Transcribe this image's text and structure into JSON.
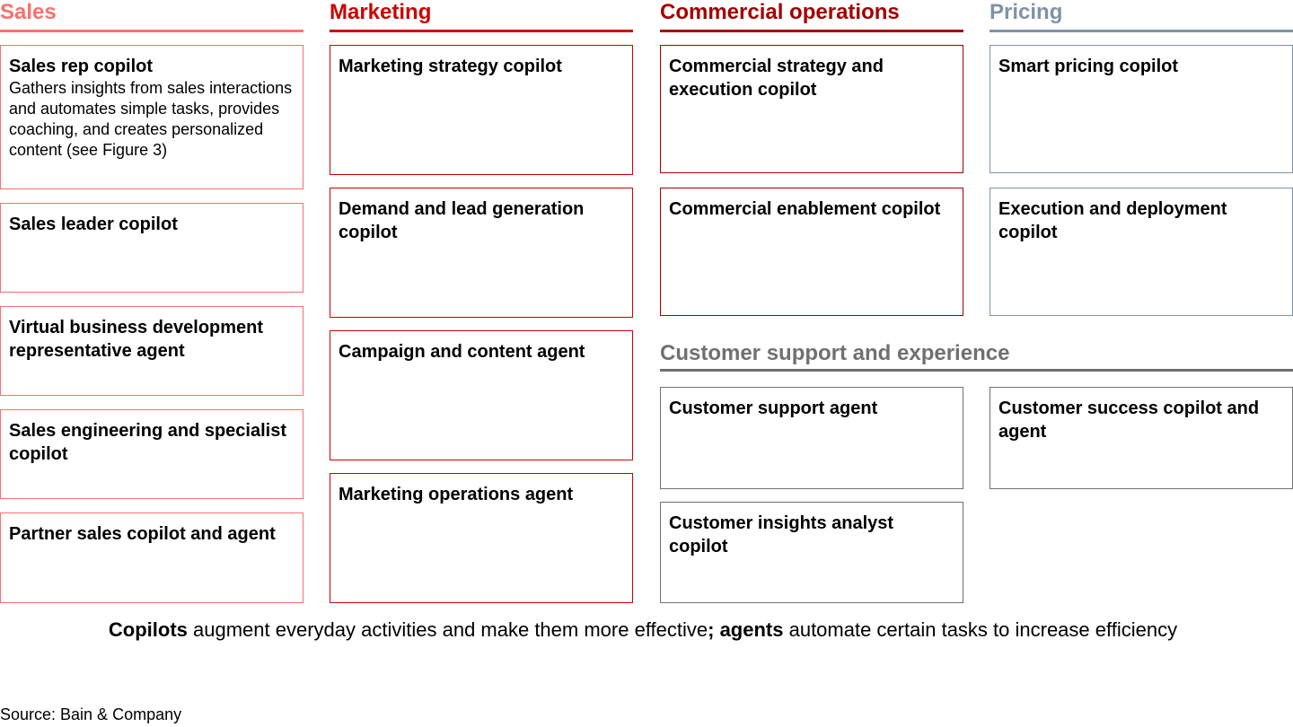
{
  "colors": {
    "sales": "#fa7070",
    "marketing": "#cc0000",
    "commercial": "#a30000",
    "pricing": "#8093a6",
    "support": "#707070"
  },
  "sales": {
    "title": "Sales",
    "items": [
      {
        "title": "Sales rep copilot",
        "desc": "Gathers insights from sales interactions and automates simple tasks, provides coaching, and creates personalized content (see Figure 3)"
      },
      {
        "title": "Sales leader copilot"
      },
      {
        "title": "Virtual business development representative agent"
      },
      {
        "title": "Sales engineering and specialist copilot"
      },
      {
        "title": "Partner sales copilot and agent"
      }
    ]
  },
  "marketing": {
    "title": "Marketing",
    "items": [
      {
        "title": "Marketing strategy copilot"
      },
      {
        "title": "Demand and lead generation copilot"
      },
      {
        "title": "Campaign and content agent"
      },
      {
        "title": "Marketing operations agent"
      }
    ]
  },
  "commercial": {
    "title": "Commercial operations",
    "items": [
      {
        "title": "Commercial strategy and execution copilot"
      },
      {
        "title": "Commercial enablement copilot"
      }
    ]
  },
  "pricing": {
    "title": "Pricing",
    "items": [
      {
        "title": "Smart pricing copilot"
      },
      {
        "title": "Execution and deployment copilot"
      }
    ]
  },
  "support": {
    "title": "Customer support and experience",
    "items": [
      {
        "title": "Customer support agent"
      },
      {
        "title": "Customer success copilot and agent"
      },
      {
        "title": "Customer insights analyst copilot"
      }
    ]
  },
  "footer": {
    "b1": "Copilots",
    "t1": " augment everyday activities and make them more effective",
    "b2": "; agents",
    "t2": " automate certain tasks to increase efficiency"
  },
  "source": "Source: Bain & Company"
}
